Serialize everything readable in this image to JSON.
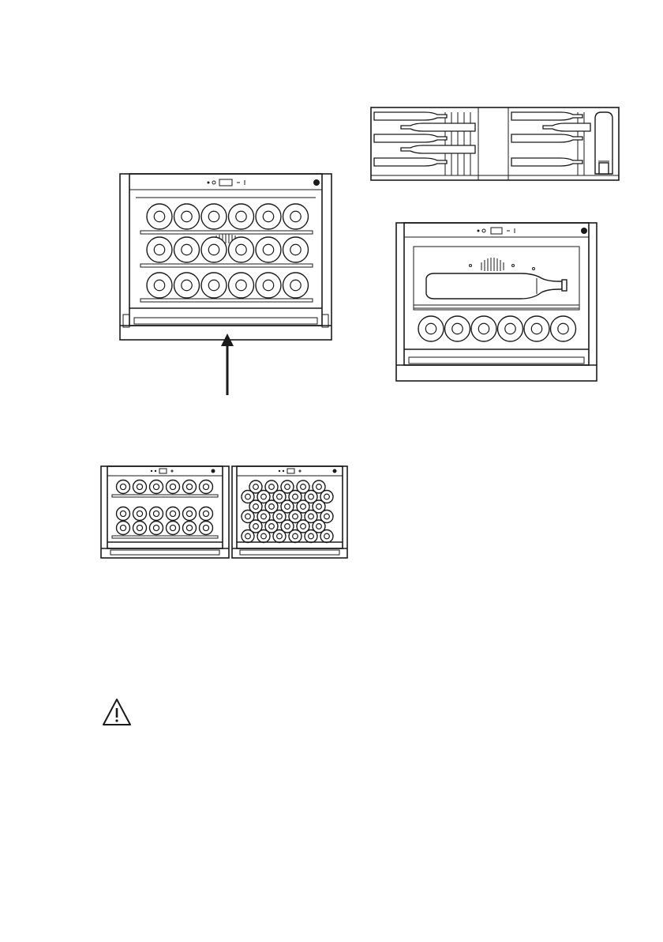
{
  "figures": {
    "main_cabinet": {
      "rows": 3,
      "bottles_per_row": 6,
      "label": ""
    },
    "side_view_racks": {
      "bottles_left_rack": 5,
      "bottles_right_rack": 4,
      "upright_bottle": true
    },
    "magnum_cabinet": {
      "large_bottle_on_shelf": true,
      "bottles_bottom_row": 6
    },
    "small_cabinet_a": {
      "rows": [
        6,
        6,
        6
      ]
    },
    "small_cabinet_b": {
      "rows": [
        5,
        6,
        5,
        6,
        5,
        6
      ]
    }
  },
  "icons": {
    "arrow": "arrow-up-icon",
    "warning": "warning-triangle-icon"
  },
  "colors": {
    "line": "#1a1a1a",
    "background": "#ffffff"
  }
}
